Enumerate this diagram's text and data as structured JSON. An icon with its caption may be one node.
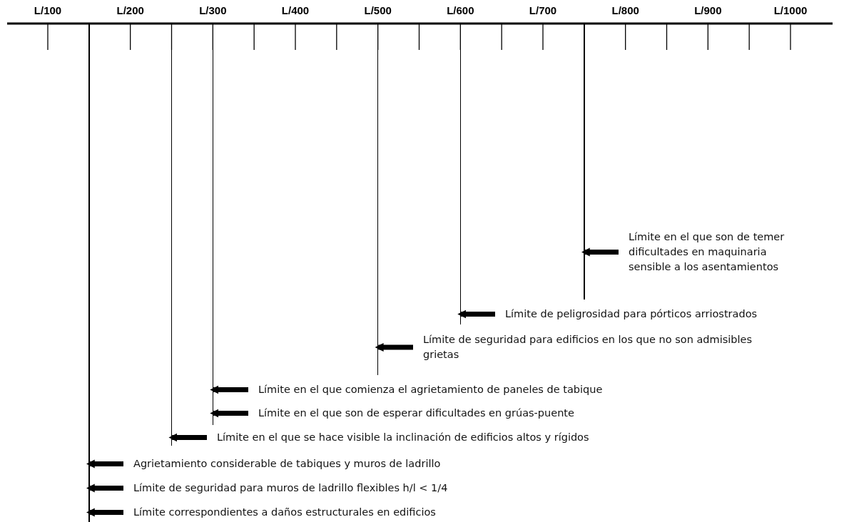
{
  "diagram": {
    "nodes": [
      {
        "text": [
          "Límite en el que son de temer dificultades en maquinaria sensible a los asentamientos"
        ]
      },
      {
        "text": [
          "Límite de peligrosidad para pórticos arriostrados"
        ]
      },
      {
        "text": [
          "Límite de seguridad para edificios en los que no son admisibles grietas"
        ]
      },
      {
        "text": [
          "Límite en el que comienza el agrietamiento de paneles de tabique"
        ]
      },
      {
        "text": [
          "Límite en el que son de esperar dificultades en grúas-puente"
        ]
      },
      {
        "text": [
          "Límite en el que se hace visible la inclinación de edificios altos y rígidos"
        ]
      },
      {
        "text": [
          "Agrietamiento considerable de tabiques y muros de ladrillo"
        ]
      },
      {
        "text": [
          "Límite de seguridad para muros de ladrillo flexibles h/l < 1/4"
        ]
      },
      {
        "text": [
          "Límite correspondientes a daños estructurales en edificios"
        ]
      },
      {
        "text": [],
        "shape": "bar"
      },
      {
        "text": [],
        "shape": "bar"
      },
      {
        "text": [],
        "shape": "bar"
      },
      {
        "text": [],
        "shape": "bar"
      },
      {
        "text": [],
        "shape": "bar"
      },
      {
        "text": [],
        "shape": "bar"
      }
    ],
    "edges": [
      {
        "from": 0,
        "to": 14,
        "arrow": "to"
      },
      {
        "from": 1,
        "to": 13,
        "arrow": "to"
      },
      {
        "from": 2,
        "to": 12,
        "arrow": "to"
      },
      {
        "from": 3,
        "to": 11,
        "arrow": "to"
      },
      {
        "from": 4,
        "to": 11,
        "arrow": "to"
      },
      {
        "from": 5,
        "to": 10,
        "arrow": "to"
      },
      {
        "from": 6,
        "to": 9,
        "arrow": "to"
      },
      {
        "from": 7,
        "to": 9,
        "arrow": "to"
      },
      {
        "from": 8,
        "to": 9,
        "arrow": "to"
      }
    ],
    "labels": [
      "L/100",
      "L/200",
      "L/300",
      "L/400",
      "L/500",
      "L/600",
      "L/700",
      "L/800",
      "L/900",
      "L/1000"
    ]
  }
}
